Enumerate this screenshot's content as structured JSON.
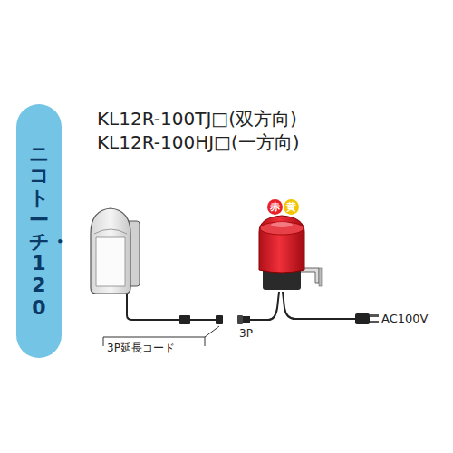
{
  "diagram": {
    "nodes": [
      {
        "text": [
          "ニコトーチ・120"
        ]
      },
      {
        "text": [
          "赤"
        ]
      },
      {
        "text": [
          "黄"
        ]
      }
    ],
    "labels": [
      "KL12R-100TJ□(双方向)",
      "KL12R-100HJ□(一方向)",
      "3P延長コード",
      "3P",
      "AC100V"
    ]
  }
}
